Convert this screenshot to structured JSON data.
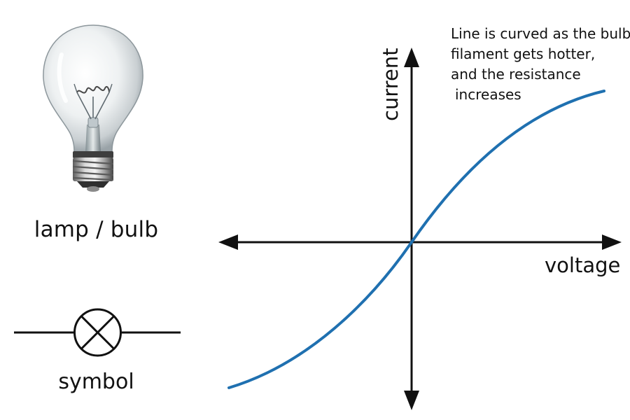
{
  "bulb": {
    "label": "lamp / bulb",
    "icon": "light-bulb-icon"
  },
  "symbol": {
    "label": "symbol",
    "icon": "lamp-circuit-symbol-icon"
  },
  "graph": {
    "x_axis_label": "voltage",
    "y_axis_label": "current",
    "curve_color": "#1f70b0",
    "axis_color": "#111111"
  },
  "annotation": {
    "lines": [
      "Line is curved as the bulb",
      "filament gets hotter,",
      "and the resistance",
      "increases"
    ]
  }
}
